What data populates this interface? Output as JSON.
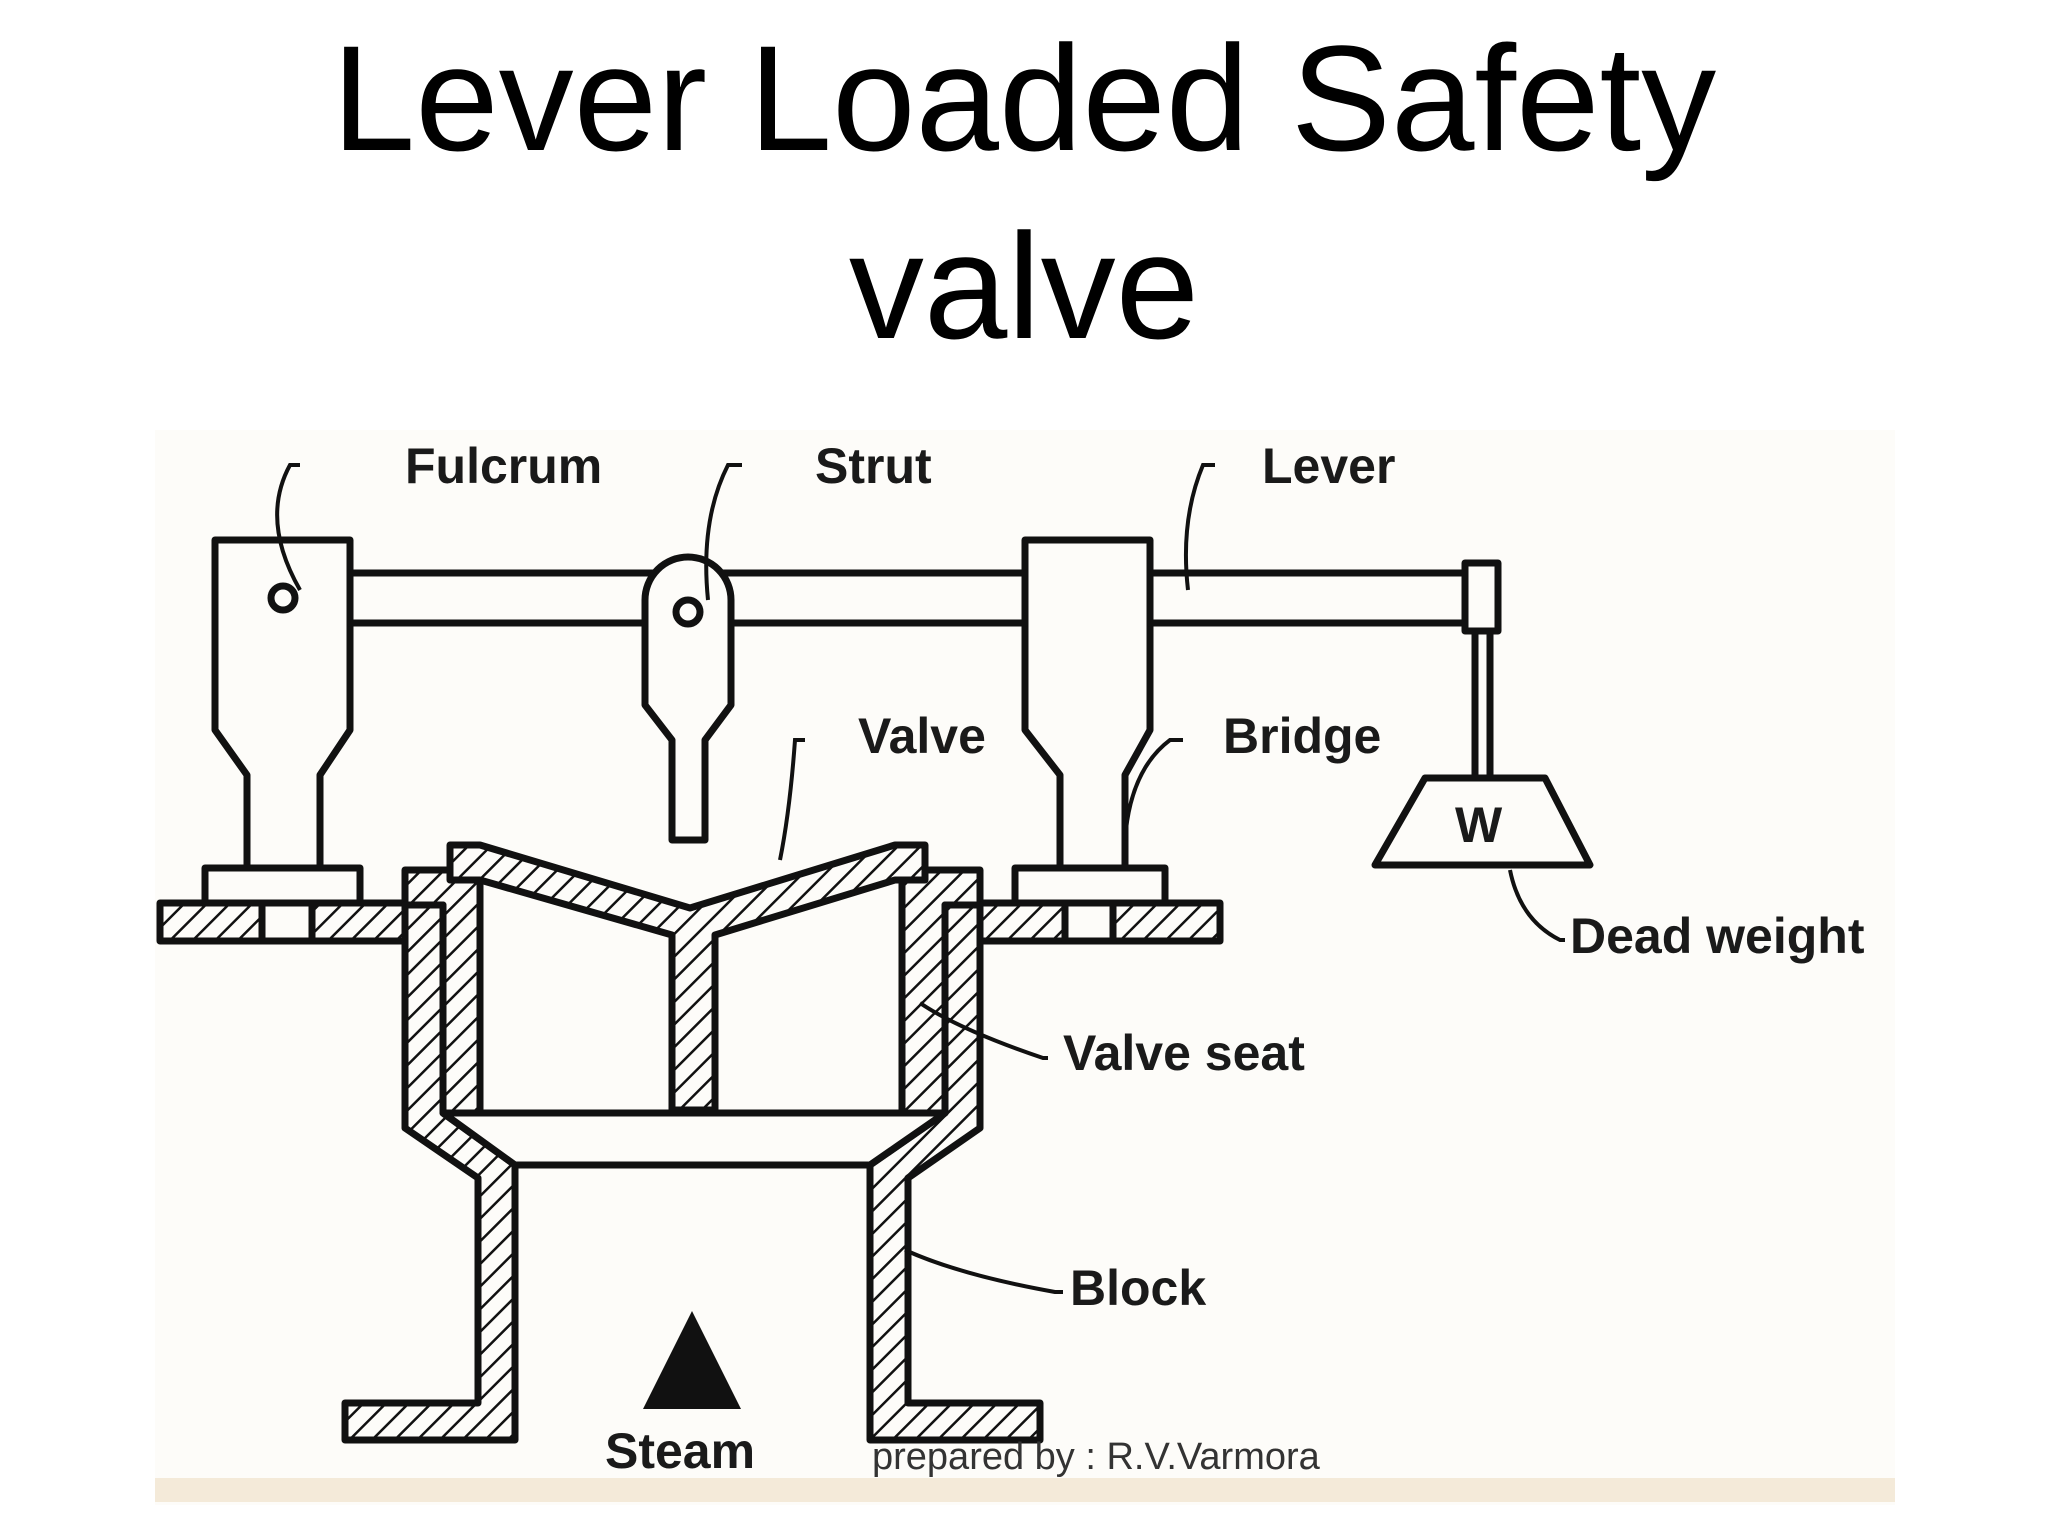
{
  "slide": {
    "title_line1": "Lever Loaded Safety",
    "title_line2": "valve",
    "footer": "prepared by : R.V.Varmora"
  },
  "labels": {
    "fulcrum": "Fulcrum",
    "strut": "Strut",
    "lever": "Lever",
    "valve": "Valve",
    "bridge": "Bridge",
    "weight_symbol": "W",
    "dead_weight": "Dead weight",
    "valve_seat": "Valve seat",
    "block": "Block",
    "steam": "Steam"
  },
  "colors": {
    "line": "#111111",
    "paper": "#fdfcf9",
    "band": "#f4ead9"
  }
}
